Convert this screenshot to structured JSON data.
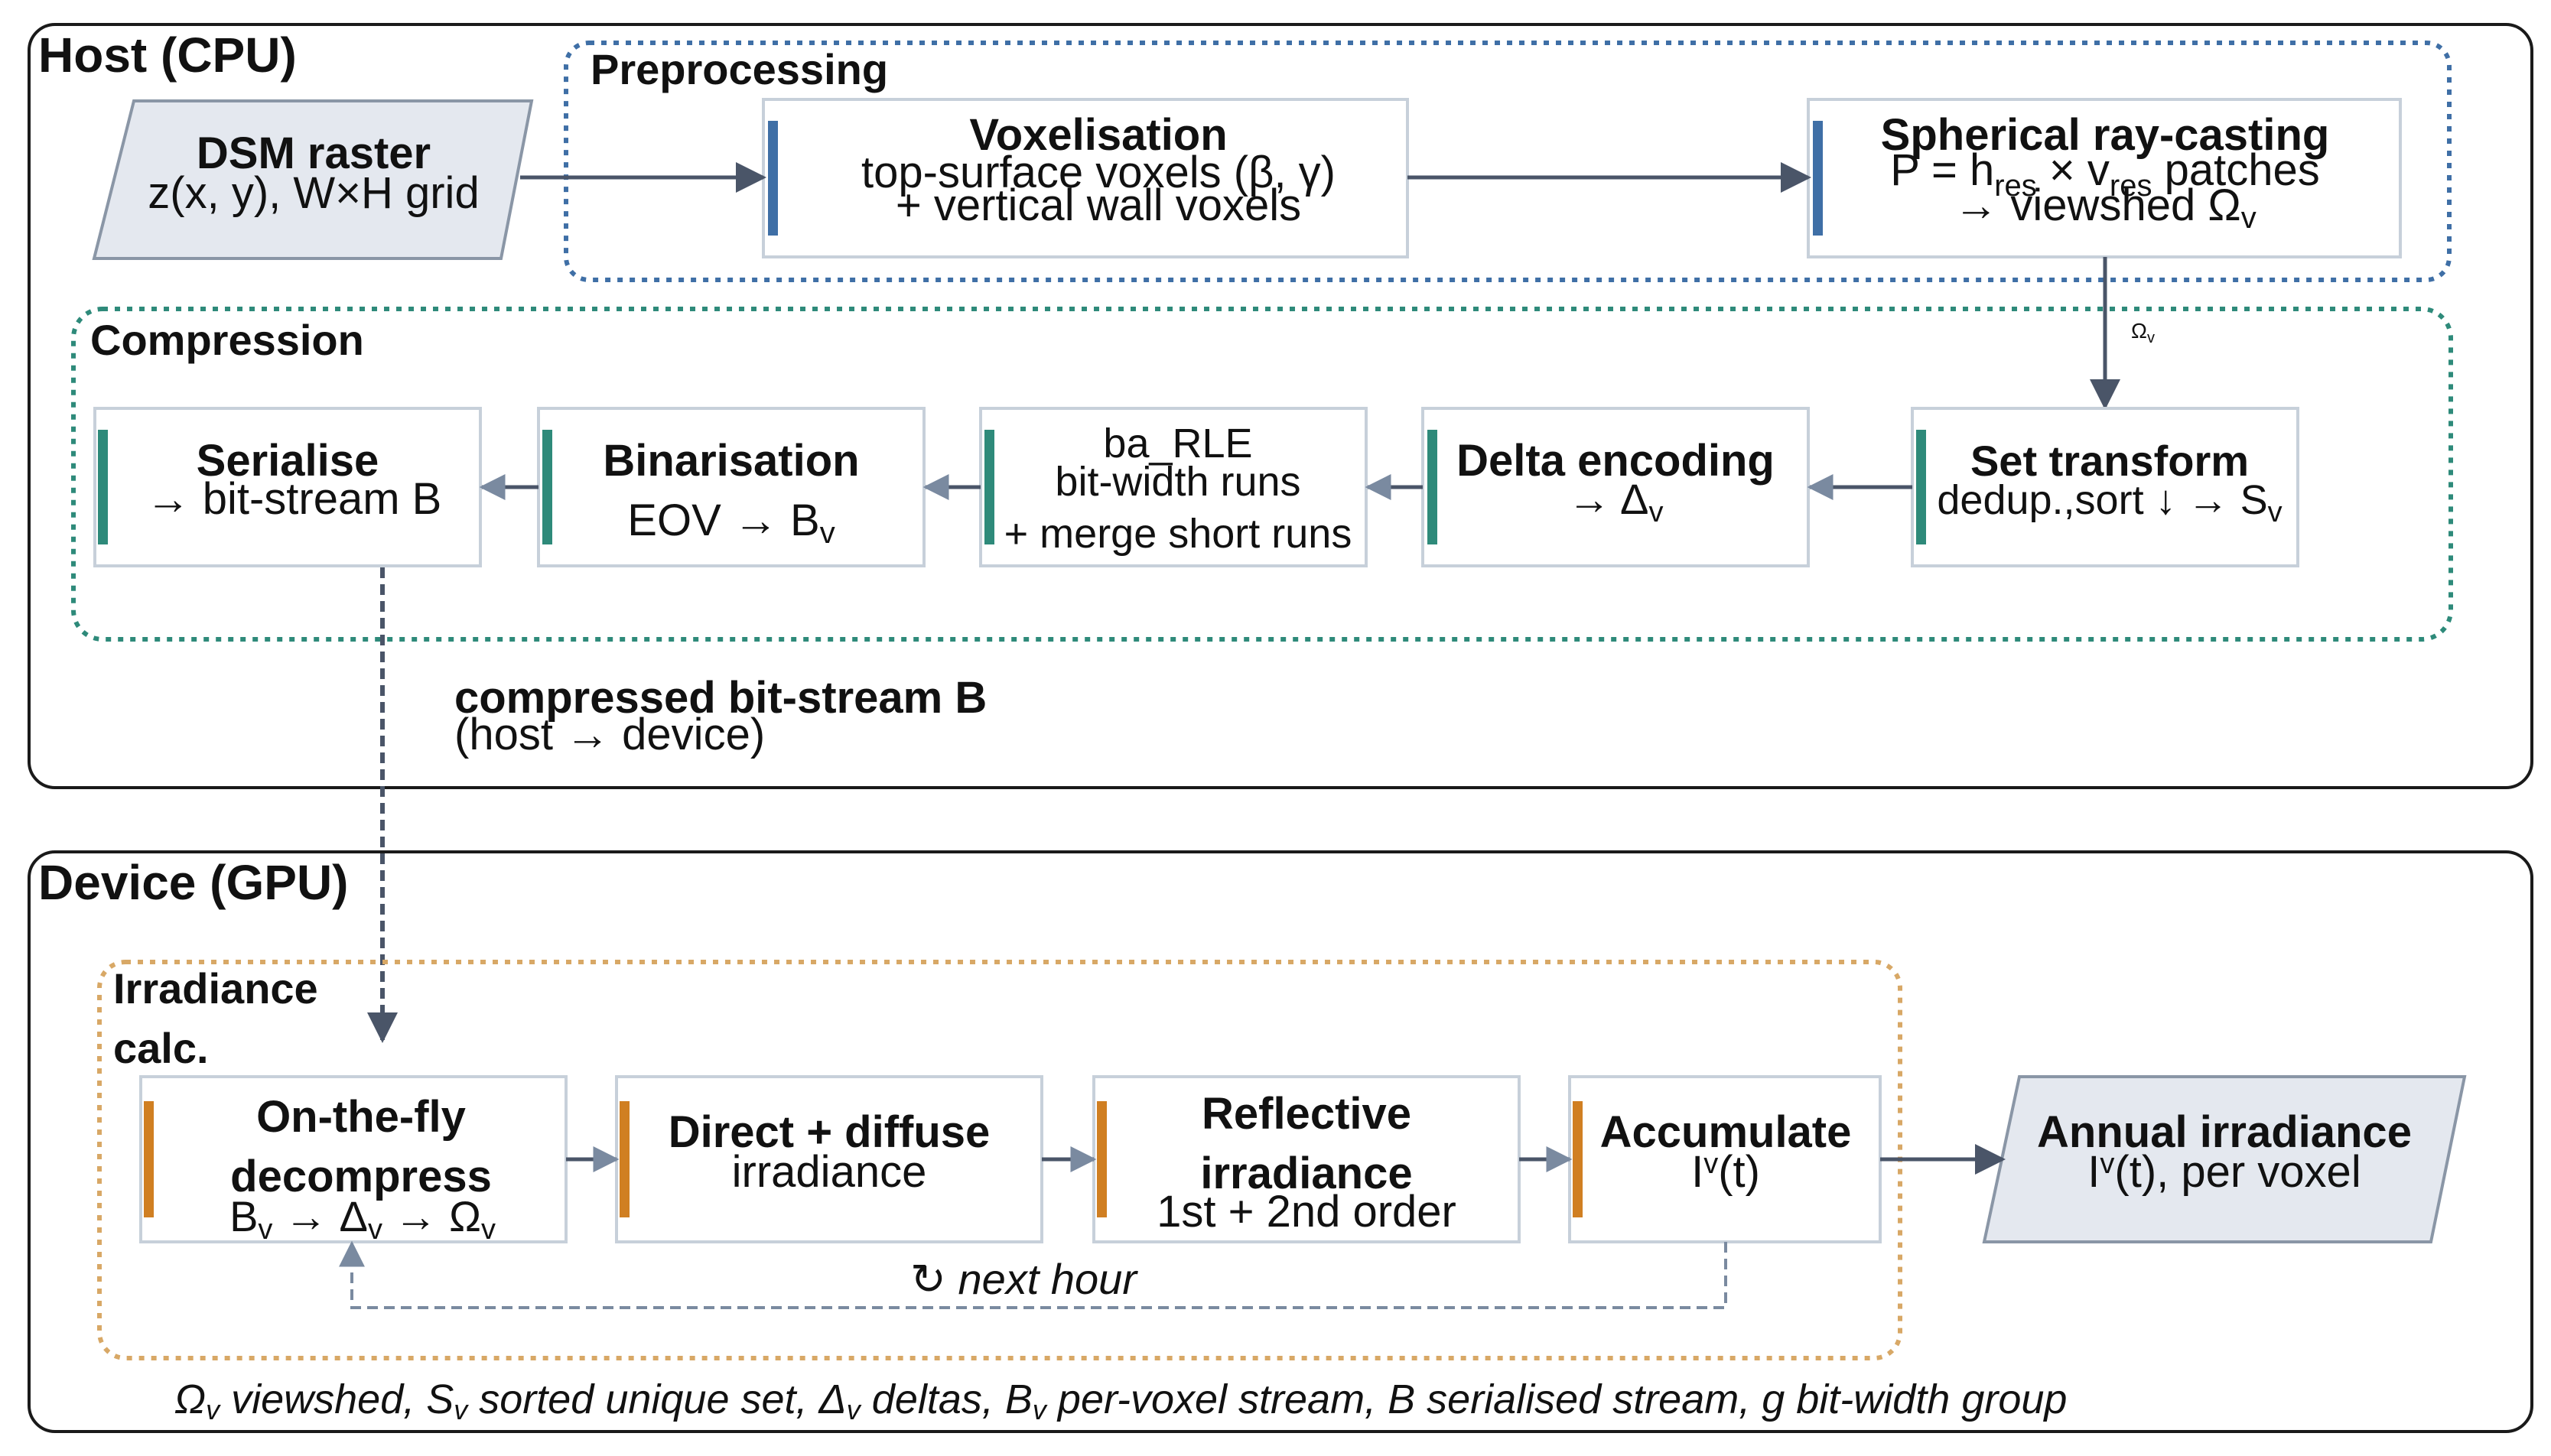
{
  "colors": {
    "preprocessing_accent": "#3f6fa6",
    "compression_accent": "#2e8a7a",
    "irradiance_accent": "#d07f22",
    "arrow": "#4a5568",
    "io_fill": "#e4e8ef"
  },
  "host": {
    "title": "Host (CPU)",
    "input": {
      "title": "DSM raster",
      "line1": "z(x, y), W×H grid"
    },
    "preprocessing": {
      "label": "Preprocessing",
      "voxelisation": {
        "title": "Voxelisation",
        "line1": "top-surface voxels (β, γ)",
        "line2": "+ vertical wall voxels"
      },
      "raycasting": {
        "title": "Spherical ray-casting",
        "line1": "P = h",
        "line1_sub1": "res",
        "line1_mid": " × v",
        "line1_sub2": "res",
        "line1_end": " patches",
        "line2": "→ viewshed Ω",
        "line2_sub": "v"
      }
    },
    "omega_label": "Ω",
    "omega_sub": "v",
    "compression": {
      "label": "Compression",
      "set_transform": {
        "title": "Set transform",
        "line1": "dedup.,sort ↓ → S",
        "line1_sub": "v"
      },
      "delta": {
        "title": "Delta encoding",
        "line1": "→ Δ",
        "line1_sub": "v"
      },
      "barle": {
        "title": "ba_RLE",
        "line1": "bit-width runs",
        "line2": "+ merge short runs"
      },
      "binarisation": {
        "title": "Binarisation",
        "line1": "EOV → B",
        "line1_sub": "v"
      },
      "serialise": {
        "title": "Serialise",
        "line1": "→ bit-stream B"
      }
    },
    "transfer": {
      "title": "compressed bit-stream B",
      "line1": "(host → device)"
    }
  },
  "device": {
    "title": "Device (GPU)",
    "irradiance": {
      "label_line1": "Irradiance",
      "label_line2": "calc.",
      "decompress": {
        "title_line1": "On-the-fly",
        "title_line2": "decompress",
        "line1": "B",
        "line1_sub1": "v",
        "line1_mid": " → Δ",
        "line1_sub2": "v",
        "line1_mid2": " → Ω",
        "line1_sub3": "v"
      },
      "direct": {
        "title": "Direct + diffuse",
        "line1": "irradiance"
      },
      "reflective": {
        "title_line1": "Reflective",
        "title_line2": "irradiance",
        "line1": "1st + 2nd order"
      },
      "accumulate": {
        "title": "Accumulate",
        "line1": "I",
        "line1_sup": "v",
        "line1_end": "(t)"
      },
      "loop_label": "↻ next hour"
    },
    "output": {
      "title": "Annual irradiance",
      "line1": "I",
      "line1_sup": "v",
      "line1_end": "(t), per voxel"
    }
  },
  "legend": {
    "p1": "Ω",
    "s1": "v",
    "p2": " viewshed, S",
    "s2": "v",
    "p3": " sorted unique set, Δ",
    "s3": "v",
    "p4": " deltas, B",
    "s4": "v",
    "p5": " per-voxel stream, B serialised stream, g bit-width group"
  }
}
